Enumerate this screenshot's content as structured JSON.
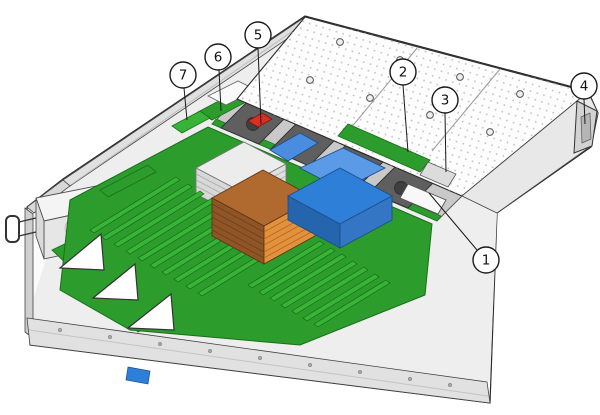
{
  "callouts": [
    {
      "label": "1"
    },
    {
      "label": "2"
    },
    {
      "label": "3"
    },
    {
      "label": "4"
    },
    {
      "label": "5"
    },
    {
      "label": "6"
    },
    {
      "label": "7"
    }
  ],
  "colors": {
    "pcb_green": "#2c9c2c",
    "dimm_green": "#37b337",
    "heatsink_orange": "#b06a30",
    "heatsink_orange_bright": "#e2913c",
    "baffle_blue": "#2e7fd8",
    "accent_red": "#d93025",
    "chassis_gray": "#e8e8e8",
    "outline": "#2b2b2b"
  }
}
